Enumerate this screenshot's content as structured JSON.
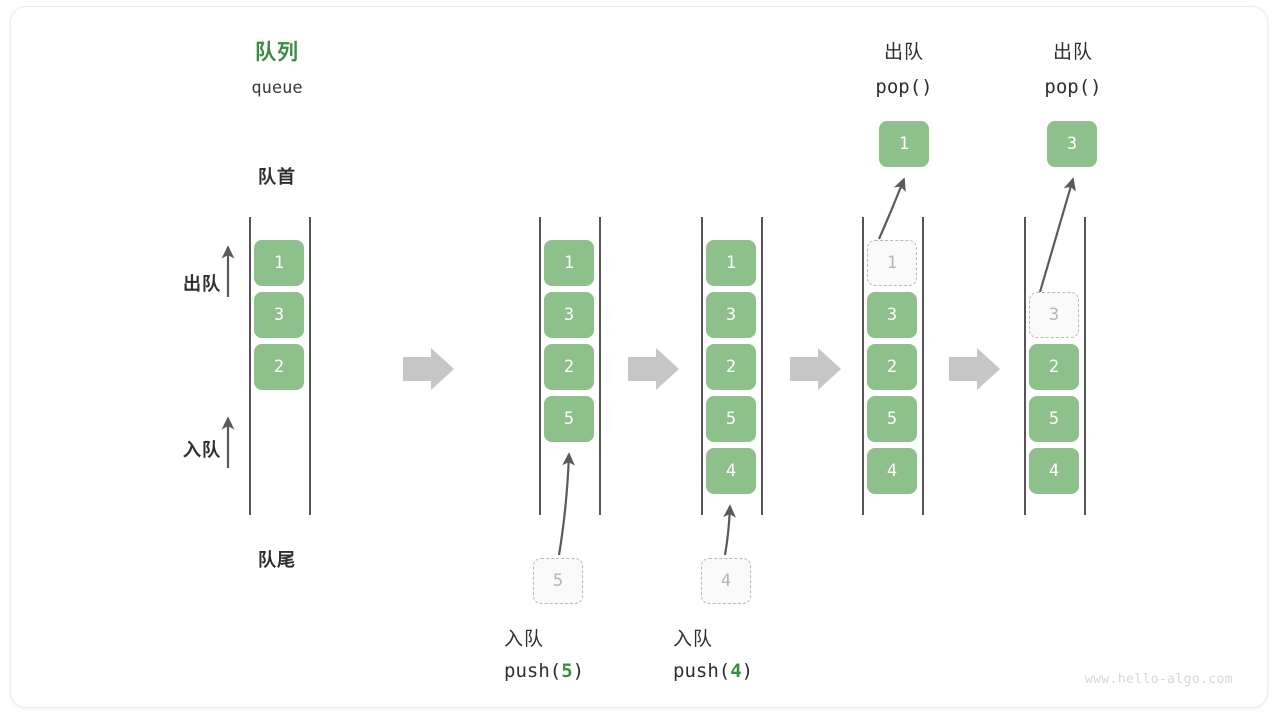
{
  "diagram": {
    "title_cn": "队列",
    "title_en": "queue",
    "front_label": "队首",
    "rear_label": "队尾",
    "dequeue_label": "出队",
    "enqueue_label": "入队",
    "accent_green": "#3c8c44",
    "box_green": "#8dc08a",
    "ghost_gray": "#b5b5b5",
    "arrow_gray": "#5a5a5a",
    "flow_arrow_gray": "#c6c6c6",
    "watermark": "www.hello-algo.com"
  },
  "stages": [
    {
      "id": "stage-initial",
      "elements": [
        "1",
        "3",
        "2"
      ],
      "ghost_index": -1,
      "caption_cn": "",
      "caption_code": "",
      "caption_code_prefix": "",
      "caption_code_num": "",
      "caption_code_suffix": "",
      "incoming_value": "",
      "popped_value": "",
      "pop_caption_cn": "",
      "pop_caption_code": ""
    },
    {
      "id": "stage-push-5",
      "elements": [
        "1",
        "3",
        "2",
        "5"
      ],
      "ghost_index": -1,
      "caption_cn": "入队",
      "caption_code_prefix": "push(",
      "caption_code_num": "5",
      "caption_code_suffix": ")",
      "incoming_value": "5",
      "popped_value": "",
      "pop_caption_cn": "",
      "pop_caption_code": ""
    },
    {
      "id": "stage-push-4",
      "elements": [
        "1",
        "3",
        "2",
        "5",
        "4"
      ],
      "ghost_index": -1,
      "caption_cn": "入队",
      "caption_code_prefix": "push(",
      "caption_code_num": "4",
      "caption_code_suffix": ")",
      "incoming_value": "4",
      "popped_value": "",
      "pop_caption_cn": "",
      "pop_caption_code": ""
    },
    {
      "id": "stage-pop-1",
      "elements": [
        "1",
        "3",
        "2",
        "5",
        "4"
      ],
      "ghost_index": 0,
      "caption_cn": "",
      "caption_code_prefix": "",
      "caption_code_num": "",
      "caption_code_suffix": "",
      "incoming_value": "",
      "popped_value": "1",
      "pop_caption_cn": "出队",
      "pop_caption_code": "pop()"
    },
    {
      "id": "stage-pop-3",
      "elements": [
        "3",
        "2",
        "5",
        "4"
      ],
      "ghost_index": 0,
      "caption_cn": "",
      "caption_code_prefix": "",
      "caption_code_num": "",
      "caption_code_suffix": "",
      "incoming_value": "",
      "popped_value": "3",
      "pop_caption_cn": "出队",
      "pop_caption_code": "pop()"
    }
  ]
}
